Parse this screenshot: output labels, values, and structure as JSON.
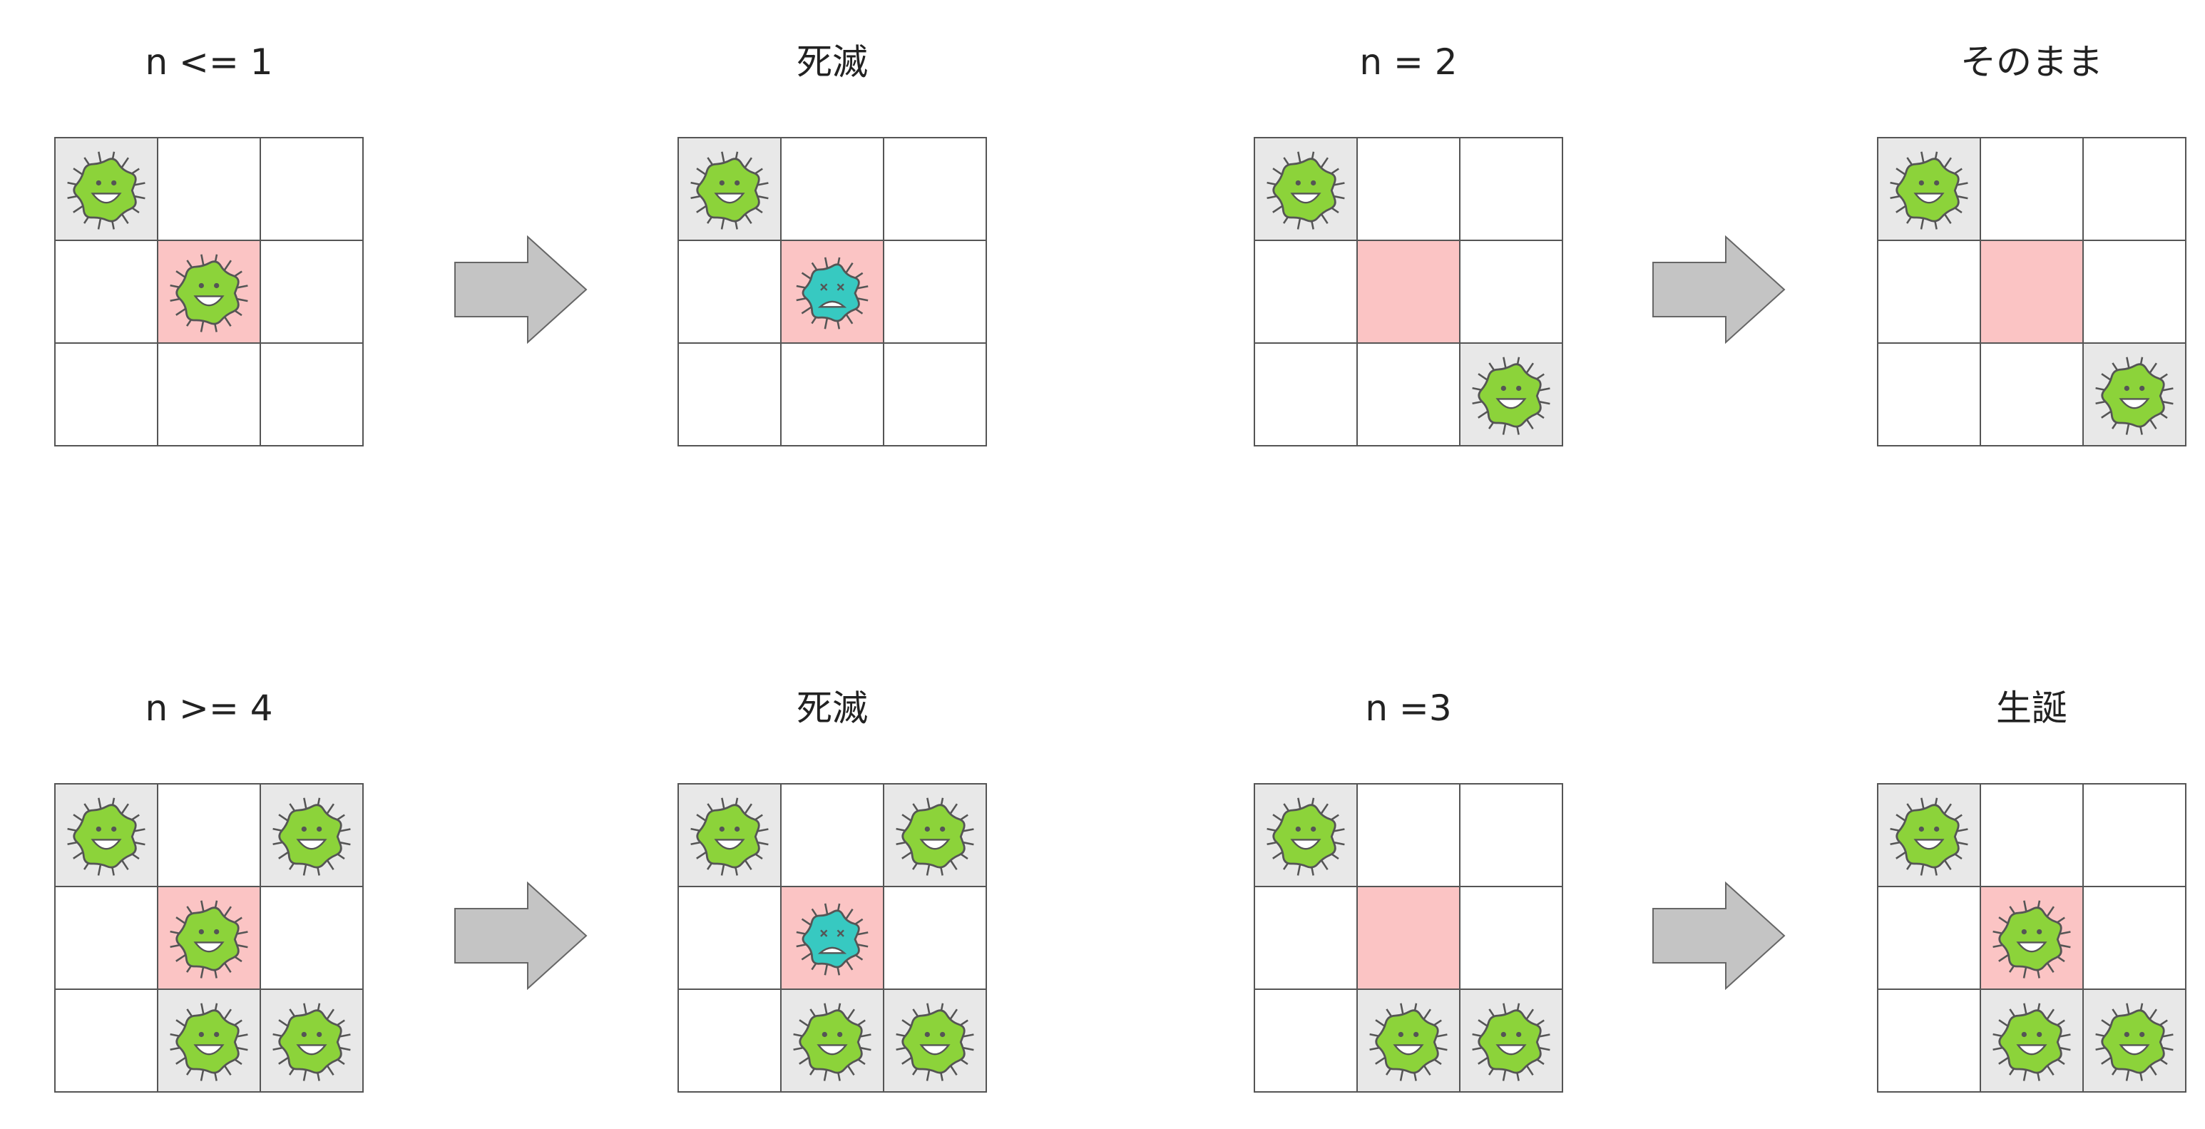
{
  "colors": {
    "alive_body": "#8cd33a",
    "dead_body": "#37c9c1",
    "center_cell": "#fbc4c4",
    "occupied_cell": "#e8e8e8",
    "arrow_fill": "#c4c4c4"
  },
  "panels": [
    {
      "label": "n <= 1",
      "center": "alive",
      "neighbors": [
        0
      ]
    },
    {
      "label": "死滅",
      "center": "dead",
      "neighbors": [
        0
      ]
    },
    {
      "label": "n = 2",
      "center": "empty",
      "neighbors": [
        0,
        7
      ]
    },
    {
      "label": "そのまま",
      "center": "empty",
      "neighbors": [
        0,
        7
      ]
    },
    {
      "label": "n >= 4",
      "center": "alive",
      "neighbors": [
        0,
        2,
        6,
        7
      ]
    },
    {
      "label": "死滅",
      "center": "dead",
      "neighbors": [
        0,
        2,
        6,
        7
      ]
    },
    {
      "label": "n =3",
      "center": "empty",
      "neighbors": [
        0,
        6,
        7
      ]
    },
    {
      "label": "生誕",
      "center": "alive",
      "neighbors": [
        0,
        6,
        7
      ]
    }
  ],
  "icons": {
    "arrow": "right-arrow-icon",
    "alive": "germ-alive-icon",
    "dead": "germ-dead-icon"
  }
}
